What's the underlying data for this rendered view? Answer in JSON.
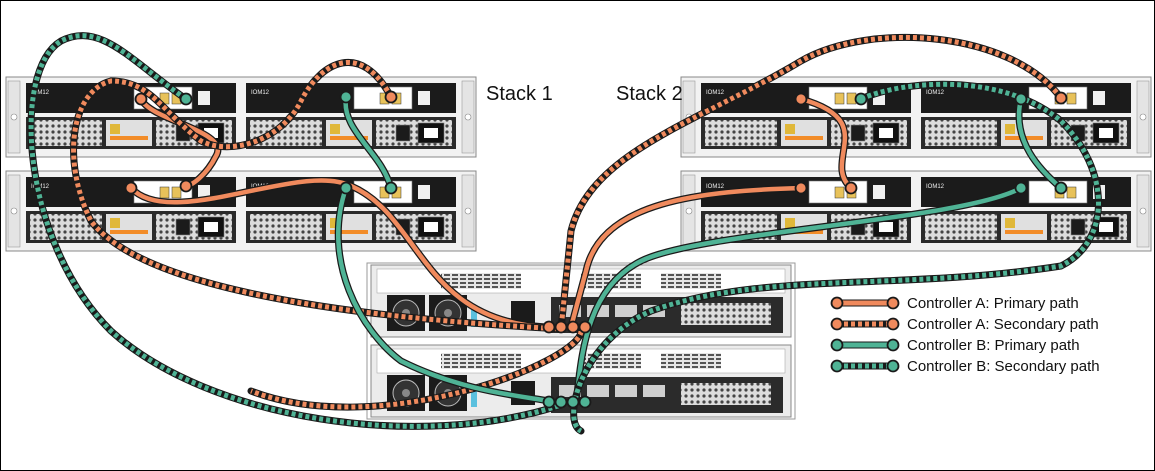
{
  "stacks": [
    {
      "label": "Stack 1"
    },
    {
      "label": "Stack 2"
    }
  ],
  "shelf_module_label": "IOM12",
  "legend": [
    {
      "label": "Controller A: Primary path",
      "color": "#f08a5d",
      "style": "solid"
    },
    {
      "label": "Controller A: Secondary path",
      "color": "#f08a5d",
      "style": "dashed"
    },
    {
      "label": "Controller B: Primary path",
      "color": "#4fb395",
      "style": "solid"
    },
    {
      "label": "Controller B: Secondary path",
      "color": "#4fb395",
      "style": "dashed"
    }
  ],
  "colors": {
    "controller_a": "#f08a5d",
    "controller_b": "#4fb395",
    "cable_outline": "#1a1a1a",
    "chassis": "#f2f2f2",
    "module_dark": "#1b1b1b"
  }
}
